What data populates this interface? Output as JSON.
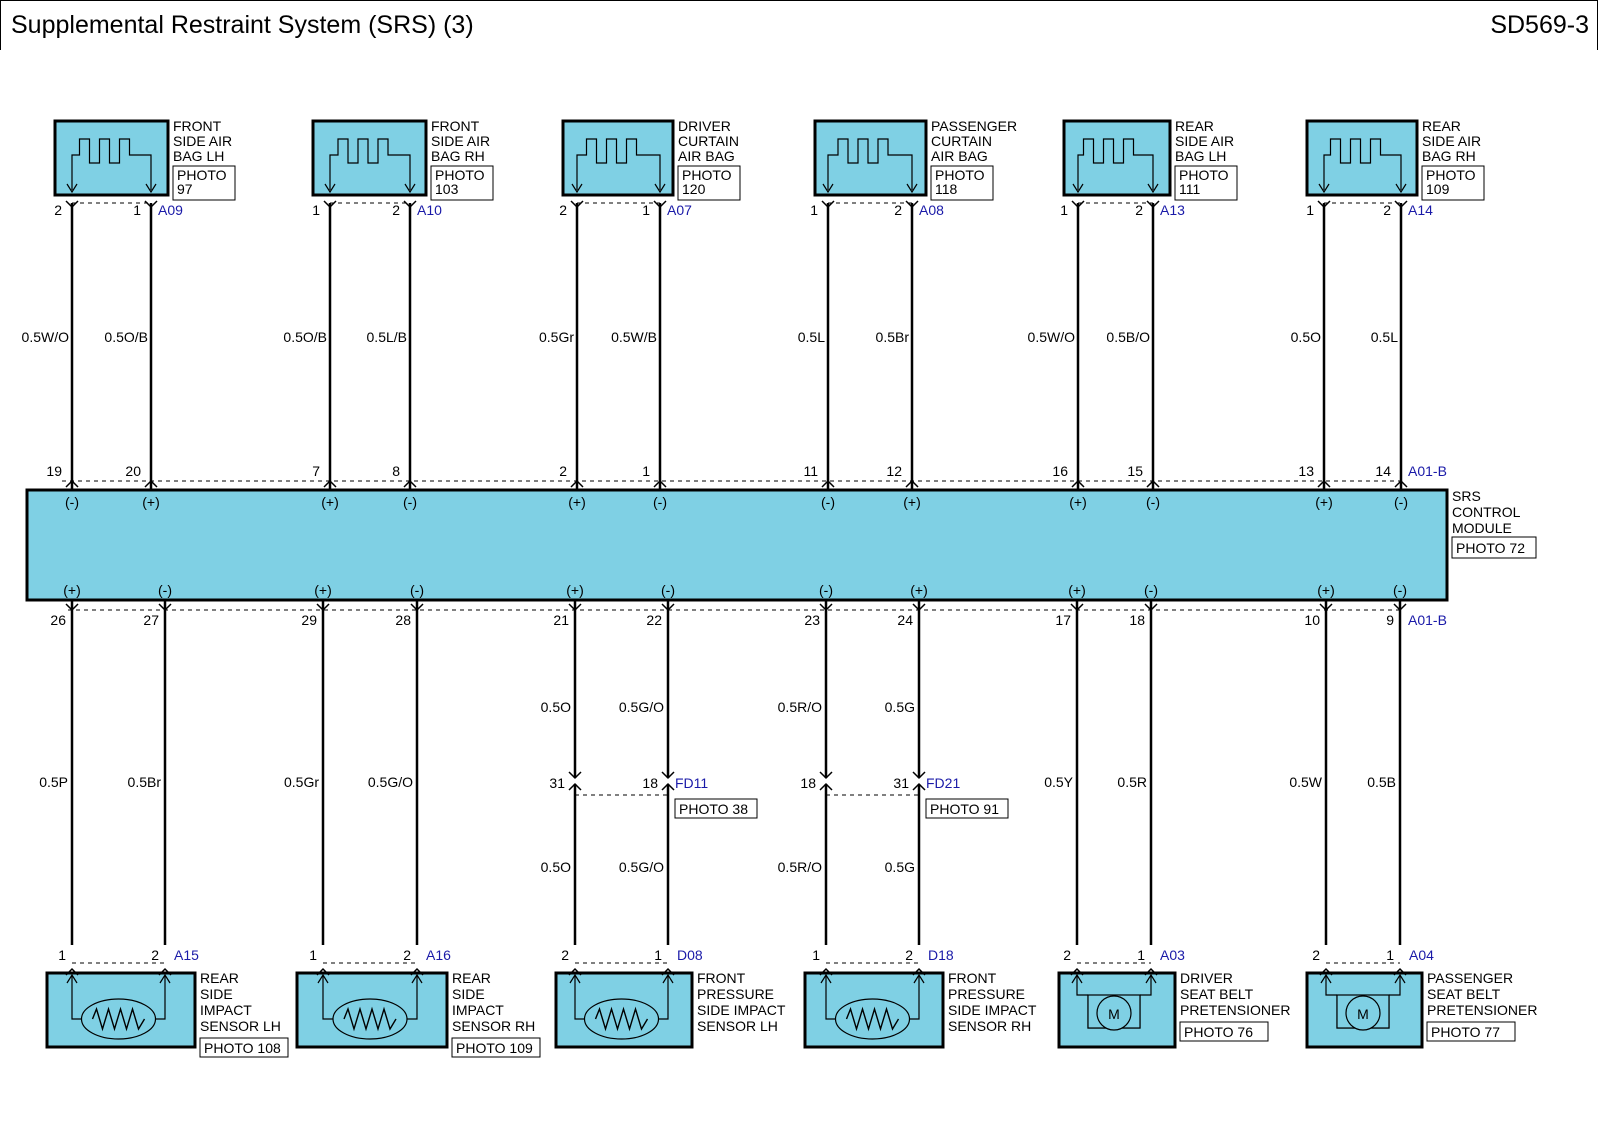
{
  "title": "Supplemental Restraint System (SRS) (3)",
  "code": "SD569-3",
  "colors": {
    "component_fill": "#7fd0e4",
    "connector_label": "#1a1aa8",
    "line": "#000000"
  },
  "module": {
    "name_lines": [
      "SRS",
      "CONTROL",
      "MODULE"
    ],
    "photo": "PHOTO 72",
    "top_connector": "A01-B",
    "bottom_connector": "A01-B"
  },
  "top_components": [
    {
      "name_lines": [
        "FRONT",
        "SIDE AIR",
        "BAG LH"
      ],
      "photo_lines": [
        "PHOTO",
        "97"
      ],
      "connector": "A09",
      "icon": "squib-icon",
      "pin_left": "2",
      "pin_right": "1",
      "wires": [
        {
          "color": "0.5W/O",
          "module_pin": "19",
          "polarity": "(-)"
        },
        {
          "color": "0.5O/B",
          "module_pin": "20",
          "polarity": "(+)"
        }
      ]
    },
    {
      "name_lines": [
        "FRONT",
        "SIDE AIR",
        "BAG RH"
      ],
      "photo_lines": [
        "PHOTO",
        "103"
      ],
      "connector": "A10",
      "icon": "squib-icon",
      "pin_left": "1",
      "pin_right": "2",
      "wires": [
        {
          "color": "0.5O/B",
          "module_pin": "7",
          "polarity": "(+)"
        },
        {
          "color": "0.5L/B",
          "module_pin": "8",
          "polarity": "(-)"
        }
      ]
    },
    {
      "name_lines": [
        "DRIVER",
        "CURTAIN",
        "AIR BAG"
      ],
      "photo_lines": [
        "PHOTO",
        "120"
      ],
      "connector": "A07",
      "icon": "squib-icon",
      "pin_left": "2",
      "pin_right": "1",
      "wires": [
        {
          "color": "0.5Gr",
          "module_pin": "2",
          "polarity": "(+)"
        },
        {
          "color": "0.5W/B",
          "module_pin": "1",
          "polarity": "(-)"
        }
      ]
    },
    {
      "name_lines": [
        "PASSENGER",
        "CURTAIN",
        "AIR BAG"
      ],
      "photo_lines": [
        "PHOTO",
        "118"
      ],
      "connector": "A08",
      "icon": "squib-icon",
      "pin_left": "1",
      "pin_right": "2",
      "wires": [
        {
          "color": "0.5L",
          "module_pin": "11",
          "polarity": "(-)"
        },
        {
          "color": "0.5Br",
          "module_pin": "12",
          "polarity": "(+)"
        }
      ]
    },
    {
      "name_lines": [
        "REAR",
        "SIDE AIR",
        "BAG LH"
      ],
      "photo_lines": [
        "PHOTO",
        "111"
      ],
      "connector": "A13",
      "icon": "squib-icon",
      "pin_left": "1",
      "pin_right": "2",
      "wires": [
        {
          "color": "0.5W/O",
          "module_pin": "16",
          "polarity": "(+)"
        },
        {
          "color": "0.5B/O",
          "module_pin": "15",
          "polarity": "(-)"
        }
      ]
    },
    {
      "name_lines": [
        "REAR",
        "SIDE AIR",
        "BAG RH"
      ],
      "photo_lines": [
        "PHOTO",
        "109"
      ],
      "connector": "A14",
      "icon": "squib-icon",
      "pin_left": "1",
      "pin_right": "2",
      "wires": [
        {
          "color": "0.5O",
          "module_pin": "13",
          "polarity": "(+)"
        },
        {
          "color": "0.5L",
          "module_pin": "14",
          "polarity": "(-)"
        }
      ]
    }
  ],
  "bottom_components": [
    {
      "name_lines": [
        "REAR",
        "SIDE",
        "IMPACT",
        "SENSOR LH"
      ],
      "photo": "PHOTO 108",
      "connector": "A15",
      "icon": "sensor-icon",
      "pin_left": "1",
      "pin_right": "2",
      "wires": [
        {
          "module_pin": "26",
          "polarity": "(+)",
          "color": "0.5P"
        },
        {
          "module_pin": "27",
          "polarity": "(-)",
          "color": "0.5Br"
        }
      ]
    },
    {
      "name_lines": [
        "REAR",
        "SIDE",
        "IMPACT",
        "SENSOR RH"
      ],
      "photo": "PHOTO 109",
      "connector": "A16",
      "icon": "sensor-icon",
      "pin_left": "1",
      "pin_right": "2",
      "wires": [
        {
          "module_pin": "29",
          "polarity": "(+)",
          "color": "0.5Gr"
        },
        {
          "module_pin": "28",
          "polarity": "(-)",
          "color": "0.5G/O"
        }
      ]
    },
    {
      "name_lines": [
        "FRONT",
        "PRESSURE",
        "SIDE IMPACT",
        "SENSOR LH"
      ],
      "photo": "",
      "connector": "D08",
      "icon": "sensor-icon",
      "pin_left": "2",
      "pin_right": "1",
      "inline": {
        "connector": "FD11",
        "photo": "PHOTO 38",
        "pin_left": "31",
        "pin_right": "18"
      },
      "wires": [
        {
          "module_pin": "21",
          "polarity": "(+)",
          "color_upper": "0.5O",
          "color_lower": "0.5O"
        },
        {
          "module_pin": "22",
          "polarity": "(-)",
          "color_upper": "0.5G/O",
          "color_lower": "0.5G/O"
        }
      ]
    },
    {
      "name_lines": [
        "FRONT",
        "PRESSURE",
        "SIDE IMPACT",
        "SENSOR RH"
      ],
      "photo": "",
      "connector": "D18",
      "icon": "sensor-icon",
      "pin_left": "1",
      "pin_right": "2",
      "inline": {
        "connector": "FD21",
        "photo": "PHOTO 91",
        "pin_left": "18",
        "pin_right": "31"
      },
      "wires": [
        {
          "module_pin": "23",
          "polarity": "(-)",
          "color_upper": "0.5R/O",
          "color_lower": "0.5R/O"
        },
        {
          "module_pin": "24",
          "polarity": "(+)",
          "color_upper": "0.5G",
          "color_lower": "0.5G"
        }
      ]
    },
    {
      "name_lines": [
        "DRIVER",
        "SEAT BELT",
        "PRETENSIONER"
      ],
      "photo": "PHOTO 76",
      "connector": "A03",
      "icon": "motor-icon",
      "motor_label": "M",
      "pin_left": "2",
      "pin_right": "1",
      "wires": [
        {
          "module_pin": "17",
          "polarity": "(+)",
          "color": "0.5Y"
        },
        {
          "module_pin": "18",
          "polarity": "(-)",
          "color": "0.5R"
        }
      ]
    },
    {
      "name_lines": [
        "PASSENGER",
        "SEAT BELT",
        "PRETENSIONER"
      ],
      "photo": "PHOTO 77",
      "connector": "A04",
      "icon": "motor-icon",
      "motor_label": "M",
      "pin_left": "2",
      "pin_right": "1",
      "wires": [
        {
          "module_pin": "10",
          "polarity": "(+)",
          "color": "0.5W"
        },
        {
          "module_pin": "9",
          "polarity": "(-)",
          "color": "0.5B"
        }
      ]
    }
  ]
}
